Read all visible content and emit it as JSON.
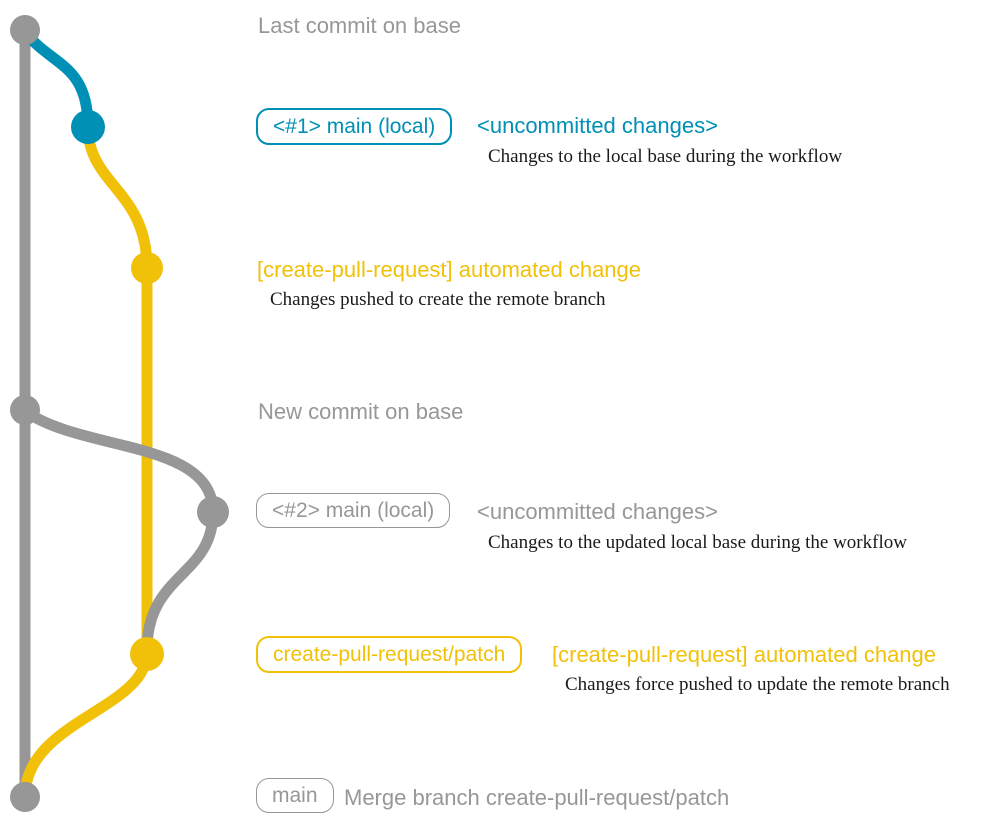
{
  "colors": {
    "gray": "#979797",
    "blue": "#008fb5",
    "yellow": "#f1c109",
    "note": "#1a1a1a",
    "background": "#ffffff"
  },
  "graph": {
    "type": "git-branch-diagram",
    "branches": [
      {
        "name": "base-main",
        "color": "#979797"
      },
      {
        "name": "main-local-uncommitted",
        "color": "#008fb5"
      },
      {
        "name": "create-pull-request-patch",
        "color": "#f1c109"
      }
    ],
    "commit_count": 7
  },
  "annotations": {
    "row1": {
      "title": "Last commit on base"
    },
    "row2": {
      "badge": "<#1> main (local)",
      "title": "<uncommitted changes>",
      "note": "Changes to the local base during the workflow"
    },
    "row3": {
      "title": "[create-pull-request] automated change",
      "note": "Changes pushed to create the remote branch"
    },
    "row4": {
      "title": "New commit on base"
    },
    "row5": {
      "badge": "<#2> main (local)",
      "title": "<uncommitted changes>",
      "note": "Changes to the updated local base during the workflow"
    },
    "row6": {
      "badge": "create-pull-request/patch",
      "title": "[create-pull-request] automated change",
      "note": "Changes force pushed to update the remote branch"
    },
    "row7": {
      "badge": "main",
      "title": "Merge branch create-pull-request/patch"
    }
  }
}
